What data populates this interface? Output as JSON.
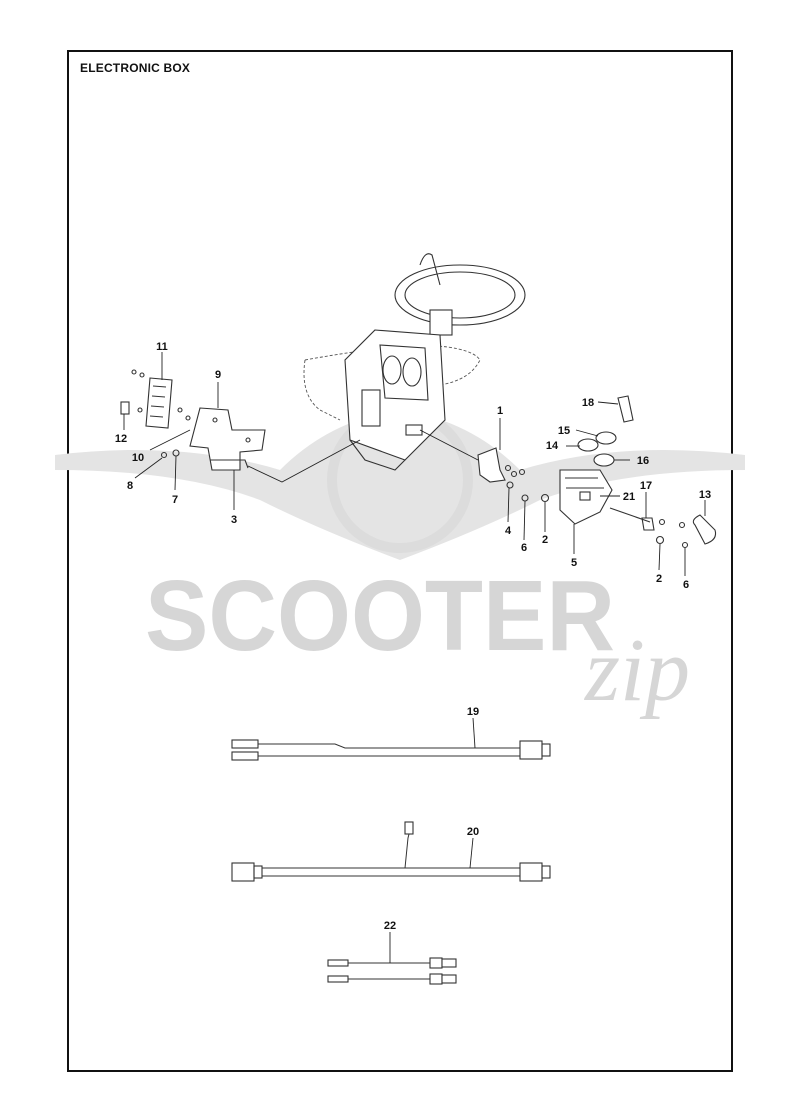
{
  "title": "ELECTRONIC BOX",
  "watermark": {
    "text": "SCOOTER",
    "script": "zip",
    "color": "#d6d6d6"
  },
  "callouts": [
    "1",
    "2",
    "2",
    "3",
    "4",
    "5",
    "6",
    "6",
    "7",
    "8",
    "9",
    "10",
    "11",
    "12",
    "13",
    "14",
    "15",
    "16",
    "17",
    "18",
    "19",
    "20",
    "21",
    "22"
  ],
  "colors": {
    "line": "#333333",
    "frame": "#111111",
    "background": "#ffffff"
  }
}
